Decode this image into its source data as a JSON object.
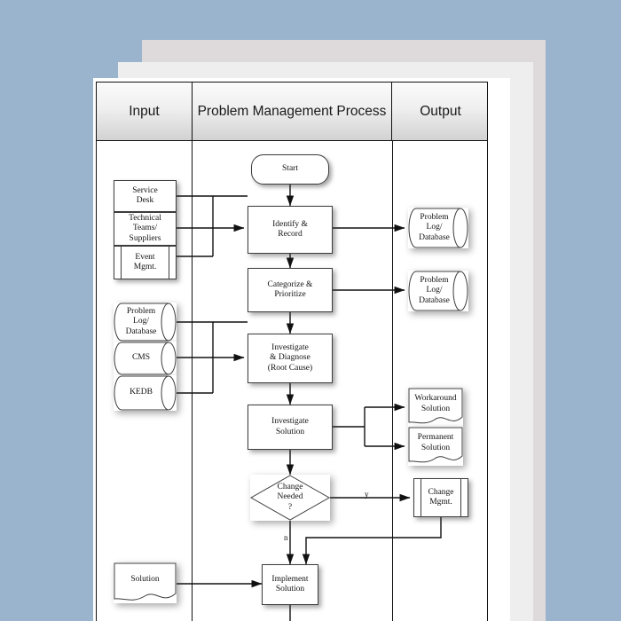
{
  "page": {
    "background_color": "#9bb4cd",
    "sheet_back_color": "#dedadb",
    "sheet_mid_color": "#eeeeee",
    "sheet_front_color": "#ffffff"
  },
  "table": {
    "columns": [
      {
        "id": "input",
        "label": "Input"
      },
      {
        "id": "process",
        "label": "Problem Management Process"
      },
      {
        "id": "output",
        "label": "Output"
      }
    ]
  },
  "input_column": {
    "group_sources": [
      {
        "id": "service-desk",
        "label": "Service\nDesk",
        "shape": "process"
      },
      {
        "id": "technical-teams",
        "label": "Technical\nTeams/\nSuppliers",
        "shape": "process"
      },
      {
        "id": "event-mgmt",
        "label": "Event\nMgmt.",
        "shape": "predefined-process"
      }
    ],
    "group_databases": [
      {
        "id": "problem-log-db-in",
        "label": "Problem\nLog/\nDatabase",
        "shape": "database"
      },
      {
        "id": "cms",
        "label": "CMS",
        "shape": "database"
      },
      {
        "id": "kedb",
        "label": "KEDB",
        "shape": "database"
      }
    ],
    "group_documents": [
      {
        "id": "solution-doc",
        "label": "Solution",
        "shape": "document"
      }
    ]
  },
  "process_column": {
    "nodes": [
      {
        "id": "start",
        "label": "Start",
        "shape": "terminator"
      },
      {
        "id": "identify-record",
        "label": "Identify &\nRecord",
        "shape": "process"
      },
      {
        "id": "categorize-prioritize",
        "label": "Categorize &\nPrioritize",
        "shape": "process"
      },
      {
        "id": "investigate-diagnose",
        "label": "Investigate\n& Diagnose\n(Root Cause)",
        "shape": "process"
      },
      {
        "id": "investigate-solution",
        "label": "Investigate\nSolution",
        "shape": "process"
      },
      {
        "id": "change-needed",
        "label": "Change\nNeeded\n?",
        "shape": "decision"
      },
      {
        "id": "implement-solution",
        "label": "Implement\nSolution",
        "shape": "process"
      }
    ],
    "branch_labels": {
      "yes": "y",
      "no": "n"
    }
  },
  "output_column": {
    "nodes": [
      {
        "id": "problem-log-db-out-1",
        "label": "Problem\nLog/\nDatabase",
        "shape": "database"
      },
      {
        "id": "problem-log-db-out-2",
        "label": "Problem\nLog/\nDatabase",
        "shape": "database"
      },
      {
        "id": "workaround-solution",
        "label": "Workaround\nSolution",
        "shape": "document"
      },
      {
        "id": "permanent-solution",
        "label": "Permanent\nSolution",
        "shape": "document"
      },
      {
        "id": "change-mgmt",
        "label": "Change\nMgmt.",
        "shape": "predefined-process"
      }
    ]
  }
}
